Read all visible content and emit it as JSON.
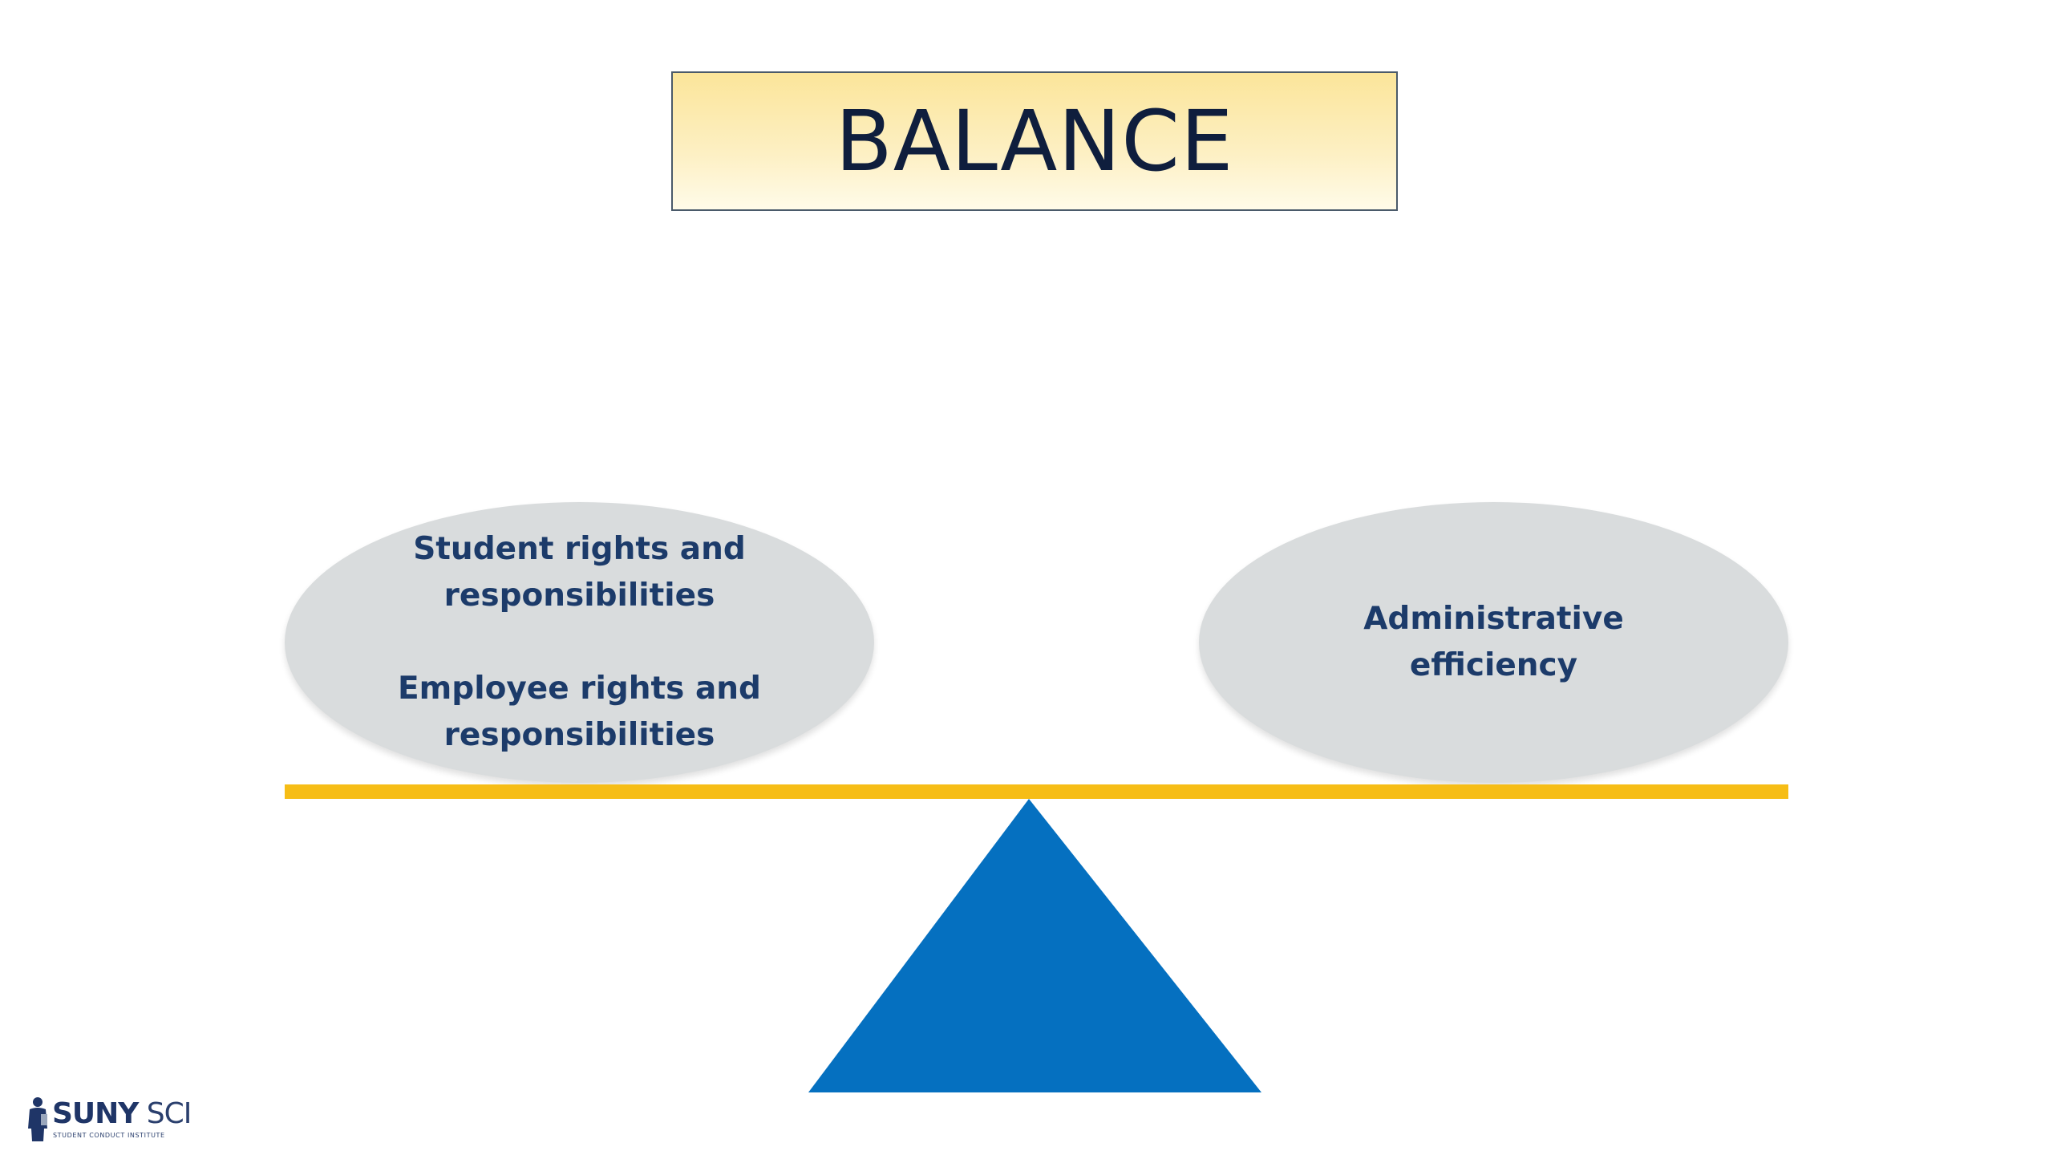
{
  "title": "BALANCE",
  "left_side": {
    "items": [
      "Student rights and responsibilities",
      "Employee rights and responsibilities"
    ],
    "lines": [
      [
        "Student rights and",
        "responsibilities"
      ],
      [
        "Employee rights and",
        "responsibilities"
      ]
    ]
  },
  "right_side": {
    "lines": [
      "Administrative",
      "efficiency"
    ]
  },
  "logo": {
    "brand_bold": "SUNY",
    "brand_light": " SCI",
    "tagline": "STUDENT CONDUCT INSTITUTE"
  },
  "colors": {
    "title_fill": "#fbe59a",
    "ellipse_fill": "#d9dcdd",
    "text": "#1c3b6a",
    "beam": "#f6bd16",
    "fulcrum": "#0570c0"
  }
}
